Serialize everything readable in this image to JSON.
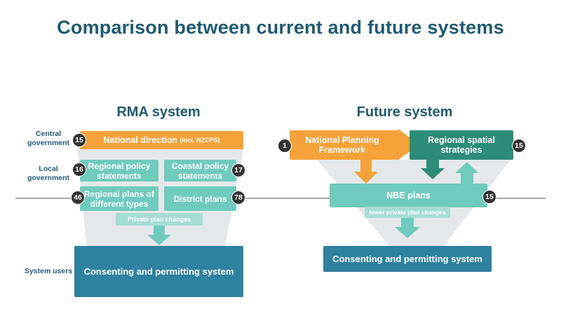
{
  "title": "Comparison between current and future systems",
  "rma": {
    "heading": "RMA system",
    "labels": {
      "central": "Central government",
      "local": "Local government",
      "users": "System users"
    },
    "national_direction": "National direction",
    "national_direction_note": "(incl. NZCPS)",
    "national_direction_count": "15",
    "regional_policy": "Regional policy statements",
    "regional_policy_count": "16",
    "coastal_policy": "Coastal policy statements",
    "coastal_policy_count": "17",
    "regional_plans": "Regional plans of different types",
    "regional_plans_count": "46",
    "district_plans": "District plans",
    "district_plans_count": "78",
    "private_plan_changes": "Private plan changes",
    "consenting": "Consenting and permitting system"
  },
  "future": {
    "heading": "Future system",
    "npf": "National Planning Framework",
    "npf_count": "1",
    "rss": "Regional spatial strategies",
    "rss_count": "15",
    "nbe": "NBE plans",
    "nbe_count": "15",
    "fewer_private": "fewer private plan changes",
    "consenting": "Consenting and permitting system"
  },
  "colors": {
    "orange": "#f6a23a",
    "green": "#6fcbbd",
    "dark_green": "#2d8c78",
    "blue": "#2e819f",
    "title": "#1f5a72"
  }
}
